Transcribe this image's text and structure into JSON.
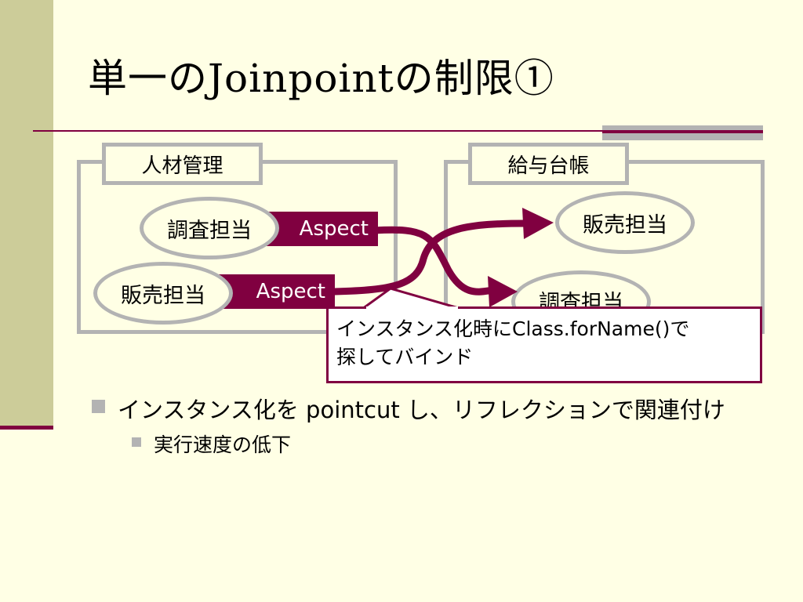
{
  "slide": {
    "title_prefix": "単一の",
    "title_latin": "Joinpoint",
    "title_suffix": "の制限①"
  },
  "diagram": {
    "left_group": {
      "label": "人材管理",
      "components": [
        {
          "name": "調査担当",
          "aspect": "Aspect"
        },
        {
          "name": "販売担当",
          "aspect": "Aspect"
        }
      ]
    },
    "right_group": {
      "label": "給与台帳",
      "components": [
        {
          "name": "販売担当"
        },
        {
          "name": "調査担当"
        }
      ]
    },
    "callout": {
      "line1": "インスタンス化時にClass.forName()で",
      "line2": "探してバインド"
    }
  },
  "bullets": [
    {
      "text": "インスタンス化を pointcut し、リフレクションで関連付け",
      "level": 1
    },
    {
      "text": "実行速度の低下",
      "level": 2
    }
  ],
  "colors": {
    "background": "#ffffe5",
    "accent": "#800040",
    "band": "#cccc99",
    "frame": "#b3b3b3"
  }
}
